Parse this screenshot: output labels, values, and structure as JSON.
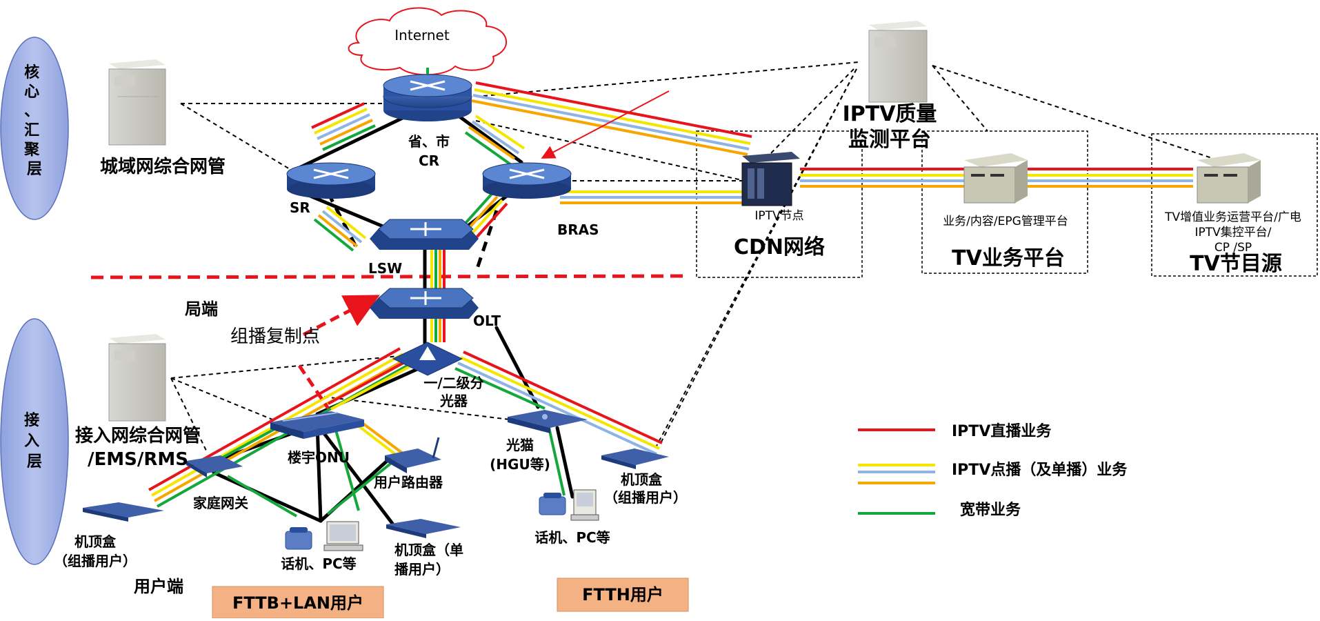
{
  "layers": {
    "core": "核心、汇聚层",
    "access": "接入层"
  },
  "internet": "Internet",
  "nodes": {
    "cr_line1": "省、市",
    "cr_line2": "CR",
    "sr": "SR",
    "bras": "BRAS",
    "lsw": "LSW",
    "olt": "OLT",
    "splitter_line1": "一/二级分",
    "splitter_line2": "光器",
    "hgu_line1": "光猫",
    "hgu_line2": "(HGU等)",
    "stb_ftth_line1": "机顶盒",
    "stb_ftth_line2": "（组播用户）",
    "phone_pc_ftth": "话机、PC等",
    "building_onu": "楼宇ONU",
    "user_router": "用户路由器",
    "home_gateway": "家庭网关",
    "stb_left_line1": "机顶盒",
    "stb_left_line2": "（组播用户）",
    "phone_pc_fttb": "话机、PC等",
    "stb_unicast_line1": "机顶盒（单",
    "stb_unicast_line2": "播用户）"
  },
  "labels": {
    "metro_nms": "城域网综合网管",
    "access_nms_line1": "接入网综合网管",
    "access_nms_line2": "/EMS/RMS",
    "central_office": "局端",
    "multicast_point": "组播复制点",
    "user_side": "用户端",
    "fttb_box": "FTTB+LAN用户",
    "ftth_box": "FTTH用户"
  },
  "right": {
    "iptv_quality_line1": "IPTV质量",
    "iptv_quality_line2": "监测平台",
    "iptv_node": "IPTV节点",
    "cdn": "CDN网络",
    "biz_platform_sub": "业务/内容/EPG管理平台",
    "tv_biz": "TV业务平台",
    "tv_src_sub1": "TV增值业务运营平台/广电",
    "tv_src_sub2": "IPTV集控平台/",
    "tv_src_sub3": "CP /SP",
    "tv_src": "TV节目源"
  },
  "legend": [
    {
      "label": "IPTV直播业务"
    },
    {
      "label": "IPTV点播（及单播）业务"
    },
    {
      "label": "宽带业务"
    }
  ],
  "colors": {
    "live": "#e8141c",
    "vod_yellow": "#f5e600",
    "vod_blue": "#8fb4e3",
    "vod_orange": "#f7a600",
    "broadband": "#14a83c",
    "layer_fill": "#a9b7e6",
    "box_fill": "#f4b183"
  }
}
